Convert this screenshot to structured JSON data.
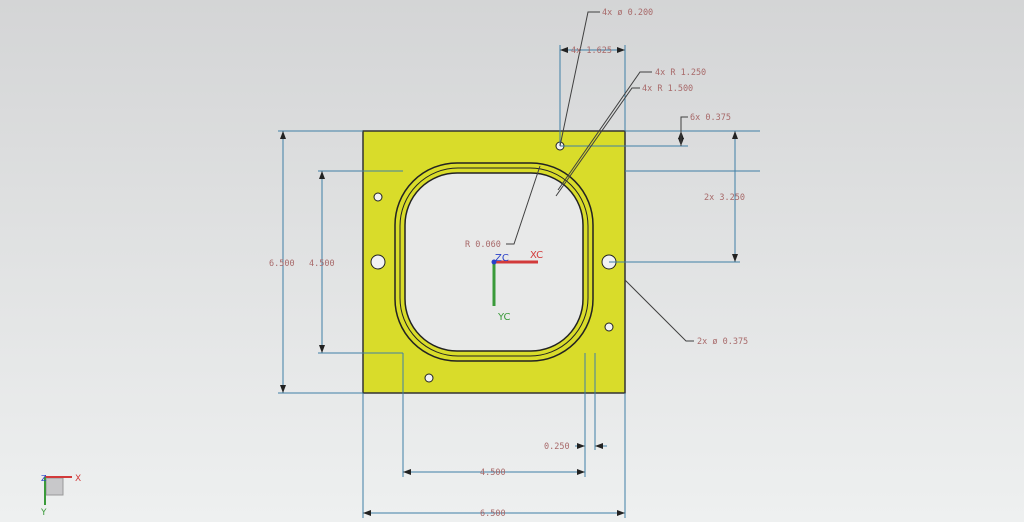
{
  "colors": {
    "part_fill": "#d9dc2a",
    "dimension_line": "#3f7fa6",
    "xc_axis": "#d23a3a",
    "yc_axis": "#3a9a3a",
    "zc_axis": "#2a40c8"
  },
  "dimensions": {
    "hole_small": "4x ø 0.200",
    "hole_pitch": "4x 1.625",
    "radius_outer": "4x R 1.250",
    "radius_inner": "4x R 1.500",
    "edge_offset": "6x 0.375",
    "half_height": "2x 3.250",
    "fillet": "R 0.060",
    "hole_large": "2x ø 0.375",
    "overall_height": "6.500",
    "pocket_height": "4.500",
    "overall_width": "6.500",
    "pocket_width": "4.500",
    "wall": "0.250"
  },
  "wcs": {
    "x": "XC",
    "y": "YC",
    "z": "ZC"
  },
  "triad": {
    "x": "X",
    "y": "Y",
    "z": "Z"
  }
}
